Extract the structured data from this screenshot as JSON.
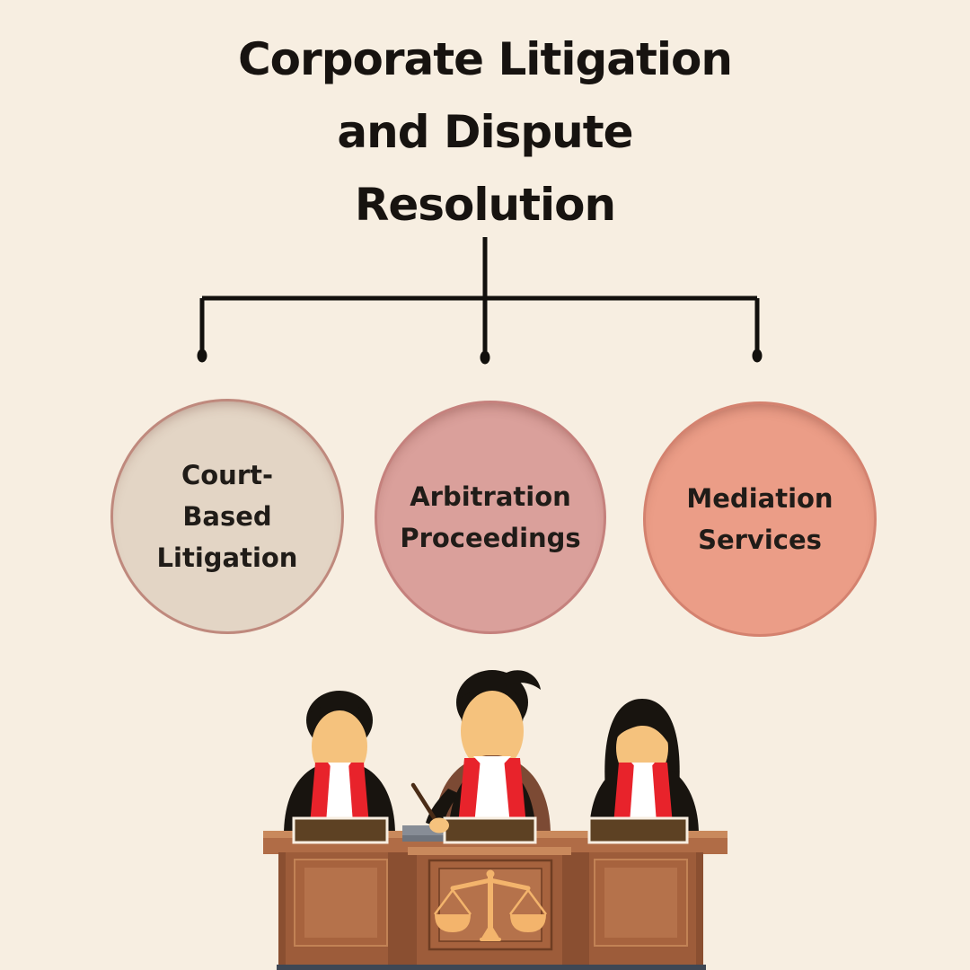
{
  "header": {
    "title": "Corporate Litigation and Dispute Resolution",
    "title_lines": [
      "Corporate Litigation",
      "and Dispute",
      "Resolution"
    ]
  },
  "tree": {
    "branches": [
      {
        "label": "Court-Based Litigation",
        "label_lines": [
          "Court-",
          "Based",
          "Litigation"
        ],
        "fill": "#e3d5c5",
        "border": "#bf897d"
      },
      {
        "label": "Arbitration Proceedings",
        "label_lines": [
          "Arbitration",
          "Proceedings"
        ],
        "fill": "#daa09b",
        "border": "#c5817d"
      },
      {
        "label": "Mediation Services",
        "label_lines": [
          "Mediation",
          "Services"
        ],
        "fill": "#eb9d87",
        "border": "#d4826f"
      }
    ]
  },
  "illustration": {
    "icons": [
      "judge-male-icon",
      "judge-male-icon",
      "judge-female-icon",
      "scales-of-justice-icon",
      "pen-icon",
      "bench-desk-icon"
    ]
  },
  "colors": {
    "background": "#f7eee1",
    "title_text": "#171310",
    "connector_line": "#12100d",
    "bubble_text": "#201c18",
    "robe_black": "#18140f",
    "robe_brown": "#7c4a34",
    "sash_red": "#e8232b",
    "shirt_white": "#ffffff",
    "skin": "#f5c27d",
    "desk_light": "#c9895c",
    "desk_mid": "#b06c46",
    "podium": "#9d5c3a",
    "panel_inner": "#b5724b",
    "panel_dark": "#5d4123",
    "scales_gold": "#f3b46c",
    "bottom_strip": "#3e4754"
  }
}
